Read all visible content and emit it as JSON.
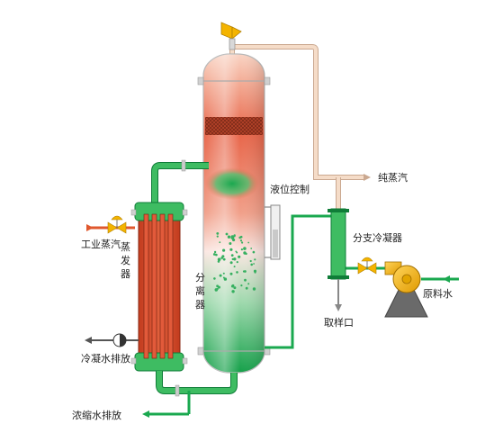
{
  "labels": {
    "industrial_steam": "工业蒸汽",
    "condensate_discharge": "冷凝水排放",
    "concentrate_discharge": "浓缩水排放",
    "evaporator": [
      "蒸",
      "发",
      "器"
    ],
    "separator": [
      "分",
      "离",
      "器"
    ],
    "level_control": "液位控制",
    "pure_steam": "纯蒸汽",
    "branch_condenser": "分支冷凝器",
    "sampling_port": "取样口",
    "raw_water": "原料水"
  },
  "colors": {
    "steam_pipe": "#f2d7c0",
    "steam_line_red": "#e0582e",
    "water_green": "#1aa84f",
    "tube_red": "#d9472a",
    "column_top": "#e8664a",
    "column_bottom": "#1aa84f",
    "pump_yellow": "#f4b400",
    "pump_base": "#666666",
    "valve_yellow": "#f4b400"
  },
  "icons": {
    "safety_valve": "safety-valve-icon",
    "control_valve": "control-valve-icon",
    "steam_trap": "steam-trap-icon",
    "pump": "centrifugal-pump-icon",
    "level_gauge": "level-gauge-icon"
  }
}
